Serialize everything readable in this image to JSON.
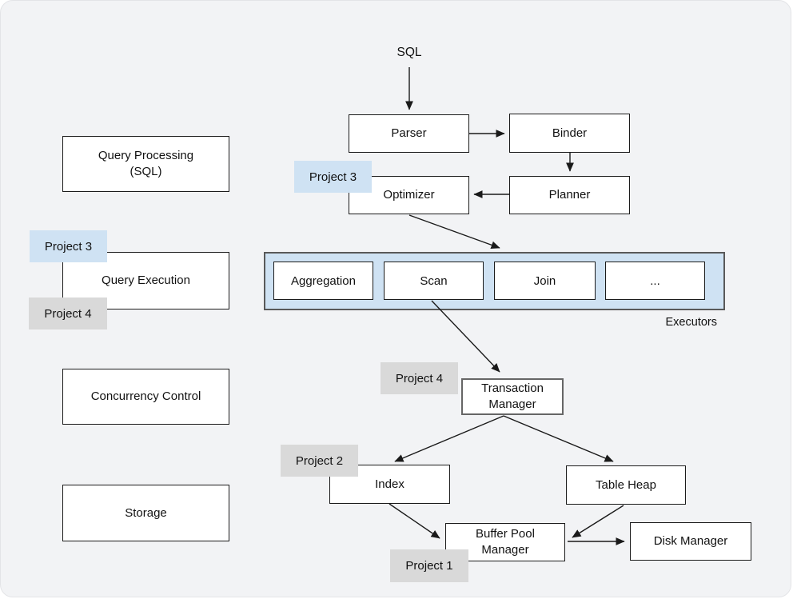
{
  "colors": {
    "background": "#f2f3f5",
    "blue_label": "#cfe2f3",
    "gray_label": "#d9d9d9",
    "executors_fill": "#cfe2f3",
    "executors_border": "#595959",
    "node_border": "#1b1b1b",
    "transaction_manager_border": "#666666"
  },
  "flow": {
    "sql": "SQL",
    "parser": "Parser",
    "binder": "Binder",
    "planner": "Planner",
    "optimizer": "Optimizer",
    "transaction_manager": [
      "Transaction",
      "Manager"
    ],
    "index": "Index",
    "table_heap": "Table Heap",
    "buffer_pool_manager": [
      "Buffer Pool",
      "Manager"
    ],
    "disk_manager": "Disk Manager"
  },
  "executors": {
    "caption": "Executors",
    "items": [
      "Aggregation",
      "Scan",
      "Join",
      "..."
    ]
  },
  "left_column": {
    "query_processing": [
      "Query Processing",
      "(SQL)"
    ],
    "query_execution": "Query Execution",
    "concurrency_control": "Concurrency Control",
    "storage": "Storage"
  },
  "project_labels": {
    "optimizer": "Project 3",
    "query_execution_top": "Project 3",
    "query_execution_bottom": "Project 4",
    "transaction_manager": "Project 4",
    "index": "Project 2",
    "buffer_pool": "Project 1"
  }
}
